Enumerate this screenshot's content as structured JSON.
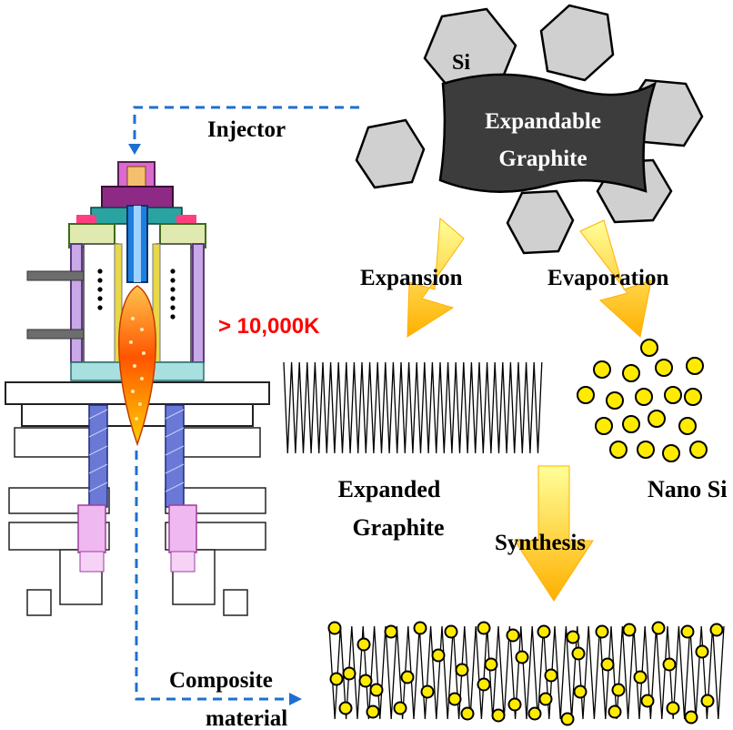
{
  "labels": {
    "injector": "Injector",
    "temperature": "> 10,000K",
    "si": "Si",
    "expandable_line1": "Expandable",
    "expandable_line2": "Graphite",
    "expansion": "Expansion",
    "evaporation": "Evaporation",
    "expanded_line1": "Expanded",
    "expanded_line2": "Graphite",
    "nano_si": "Nano Si",
    "synthesis": "Synthesis",
    "composite_line1": "Composite",
    "composite_line2": "material"
  },
  "colors": {
    "flow_arrow": "#1f6fd1",
    "temperature_text": "#ff0000",
    "si_particle": "#ffeb00",
    "hexagon_fill": "#d0d0d0",
    "graphite_fill": "#3c3c3c",
    "arrow_top": "#ffff99",
    "arrow_bottom": "#ffb000",
    "plasma_core": "#ff5500"
  },
  "icons": {
    "torch": "plasma-torch-cross-section-icon",
    "hexagon": "si-hexagon-icon",
    "nanoparticle": "nano-si-particle-icon"
  }
}
